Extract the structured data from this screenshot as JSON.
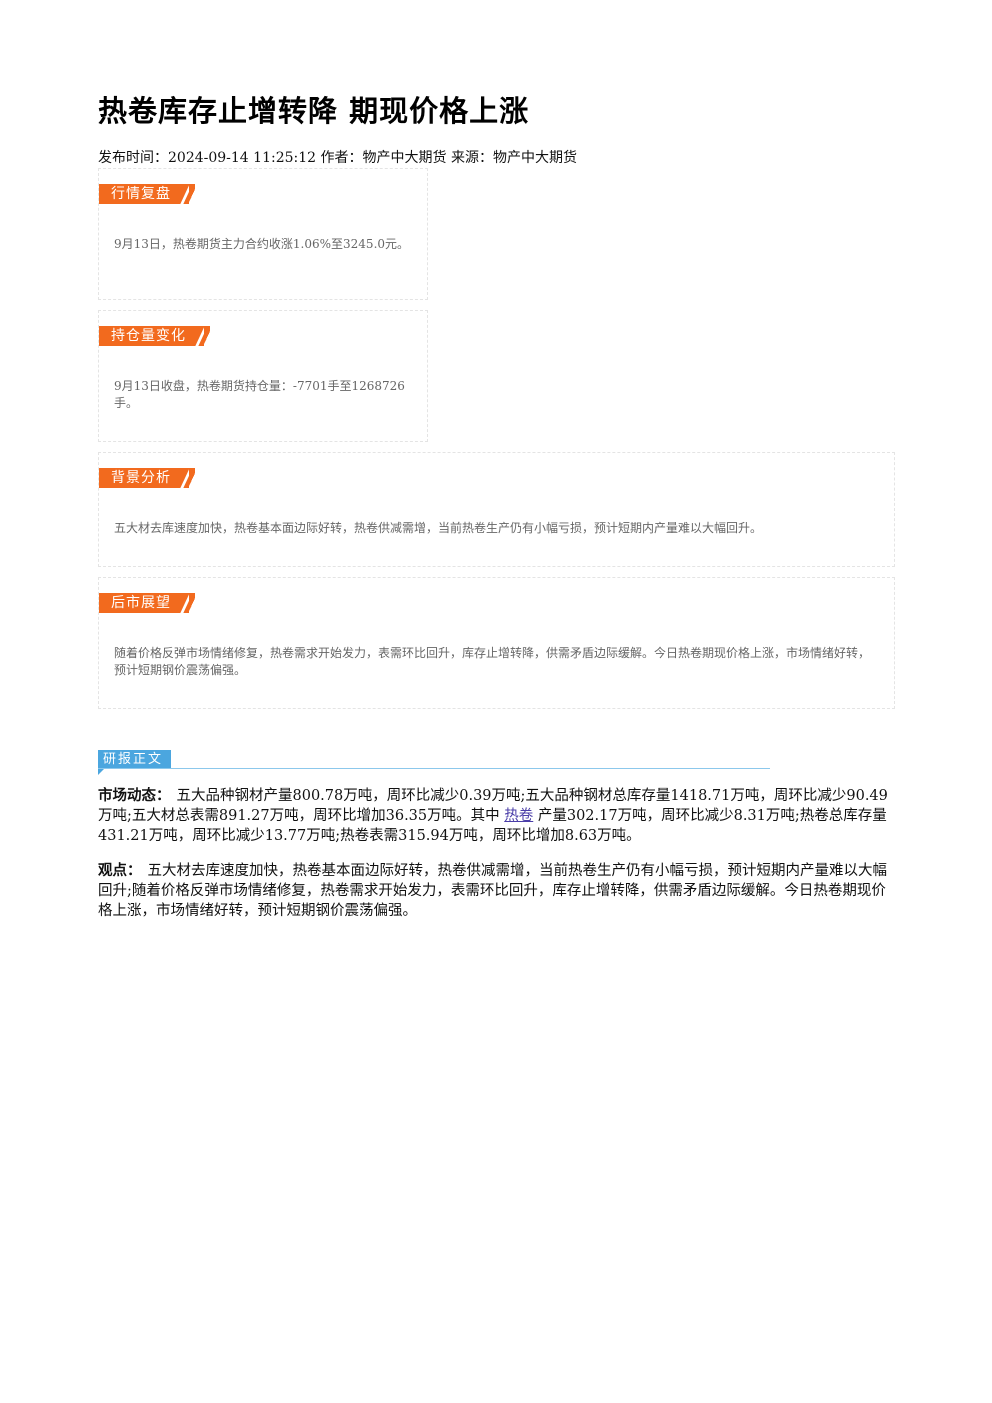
{
  "article": {
    "title": "热卷库存止增转降 期现价格上涨",
    "meta": "发布时间：2024-09-14 11:25:12 作者：物产中大期货 来源：物产中大期货"
  },
  "cards": [
    {
      "tag": "行情复盘",
      "text": "9月13日，热卷期货主力合约收涨1.06%至3245.0元。"
    },
    {
      "tag": "持仓量变化",
      "text": "9月13日收盘，热卷期货持仓量：-7701手至1268726手。"
    },
    {
      "tag": "背景分析",
      "text": "五大材去库速度加快，热卷基本面边际好转，热卷供减需增，当前热卷生产仍有小幅亏损，预计短期内产量难以大幅回升。"
    },
    {
      "tag": "后市展望",
      "text": "随着价格反弹市场情绪修复，热卷需求开始发力，表需环比回升，库存止增转降，供需矛盾边际缓解。今日热卷期现价格上涨，市场情绪好转，预计短期钢价震荡偏强。"
    }
  ],
  "report": {
    "section_label": "研报正文",
    "market_label": "市场动态：",
    "market_text_1": "五大品种钢材产量800.78万吨，周环比减少0.39万吨;五大品种钢材总库存量1418.71万吨，周环比减少90.49万吨;五大材总表需891.27万吨，周环比增加36.35万吨。其中",
    "market_link": "热卷",
    "market_text_2": "产量302.17万吨，周环比减少8.31万吨;热卷总库存量431.21万吨，周环比减少13.77万吨;热卷表需315.94万吨，周环比增加8.63万吨。",
    "view_label": "观点：",
    "view_text": "五大材去库速度加快，热卷基本面边际好转，热卷供减需增，当前热卷生产仍有小幅亏损，预计短期内产量难以大幅回升;随着价格反弹市场情绪修复，热卷需求开始发力，表需环比回升，库存止增转降，供需矛盾边际缓解。今日热卷期现价格上涨，市场情绪好转，预计短期钢价震荡偏强。"
  },
  "colors": {
    "tag_orange": "#f26a1e",
    "section_blue": "#4ba6df",
    "link_purple": "#4a3ea8"
  }
}
